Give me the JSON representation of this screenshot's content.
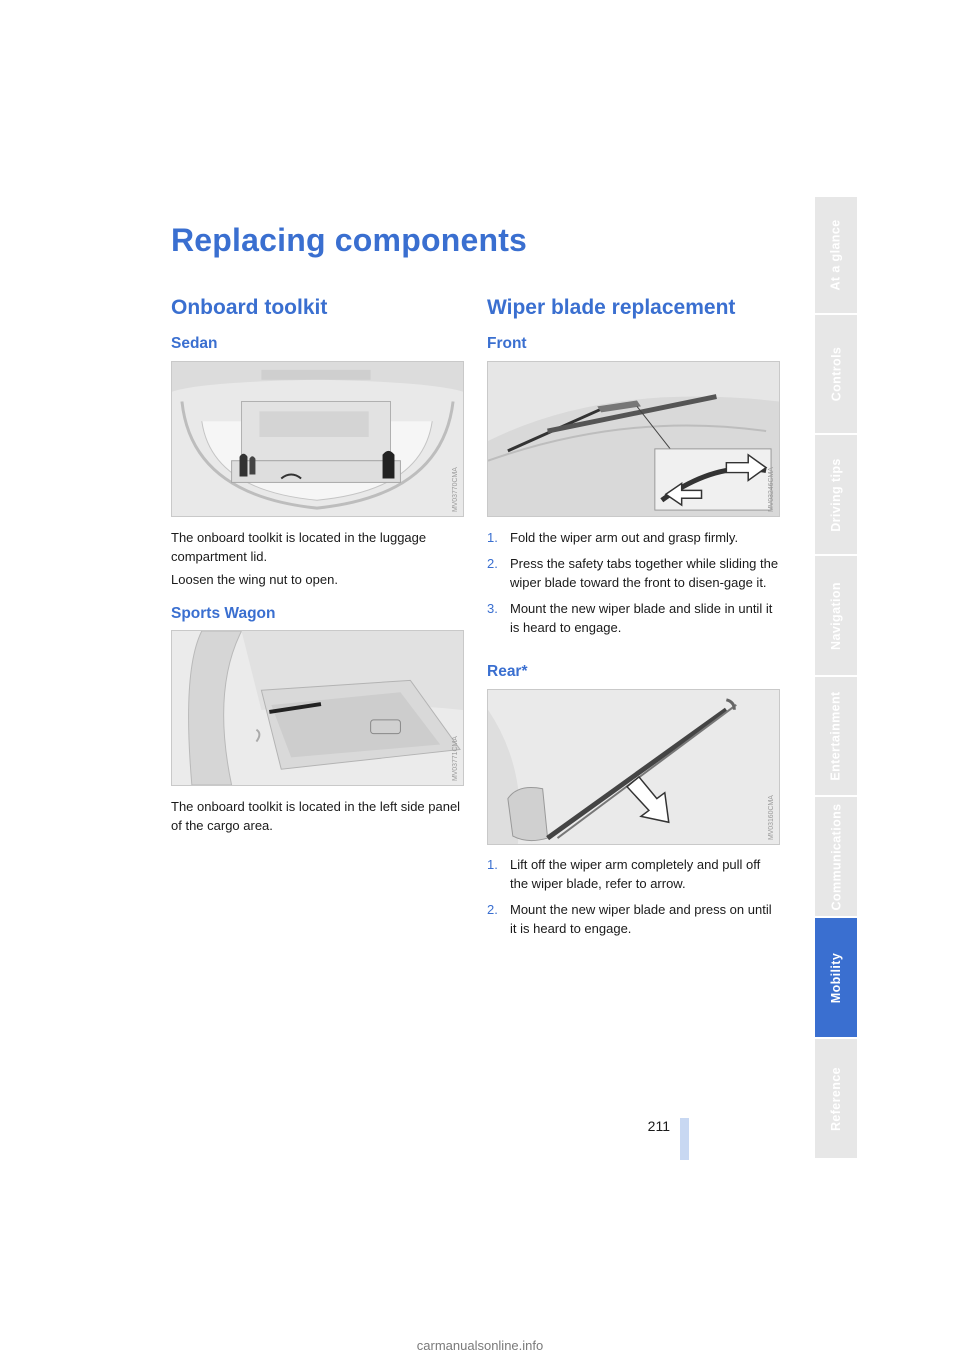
{
  "page": {
    "title": "Replacing components",
    "page_number": "211",
    "watermark": "carmanualsonline.info"
  },
  "left_column": {
    "section_title": "Onboard toolkit",
    "sedan": {
      "heading": "Sedan",
      "figure_code": "MV03770CMA",
      "paragraphs": [
        "The onboard toolkit is located in the luggage compartment lid.",
        "Loosen the wing nut to open."
      ]
    },
    "wagon": {
      "heading": "Sports Wagon",
      "figure_code": "MV03771CMA",
      "paragraphs": [
        "The onboard toolkit is located in the left side panel of the cargo area."
      ]
    }
  },
  "right_column": {
    "section_title": "Wiper blade replacement",
    "front": {
      "heading": "Front",
      "figure_code": "MV03246CMA",
      "steps": [
        {
          "num": "1.",
          "text": "Fold the wiper arm out and grasp firmly."
        },
        {
          "num": "2.",
          "text": "Press the safety tabs together while sliding the wiper blade toward the front to disen-gage it."
        },
        {
          "num": "3.",
          "text": "Mount the new wiper blade and slide in until it is heard to engage."
        }
      ]
    },
    "rear": {
      "heading": "Rear*",
      "figure_code": "MV03160CMA",
      "steps": [
        {
          "num": "1.",
          "text": "Lift off the wiper arm completely and pull off the wiper blade, refer to arrow."
        },
        {
          "num": "2.",
          "text": "Mount the new wiper blade and press on until it is heard to engage."
        }
      ]
    }
  },
  "side_tabs": [
    {
      "label": "At a glance",
      "active": false
    },
    {
      "label": "Controls",
      "active": false
    },
    {
      "label": "Driving tips",
      "active": false
    },
    {
      "label": "Navigation",
      "active": false
    },
    {
      "label": "Entertainment",
      "active": false
    },
    {
      "label": "Communications",
      "active": false
    },
    {
      "label": "Mobility",
      "active": true
    },
    {
      "label": "Reference",
      "active": false
    }
  ],
  "colors": {
    "accent": "#3a6fd0",
    "tab_inactive": "#e7e7e7",
    "page_bar": "#c8d8f2"
  }
}
